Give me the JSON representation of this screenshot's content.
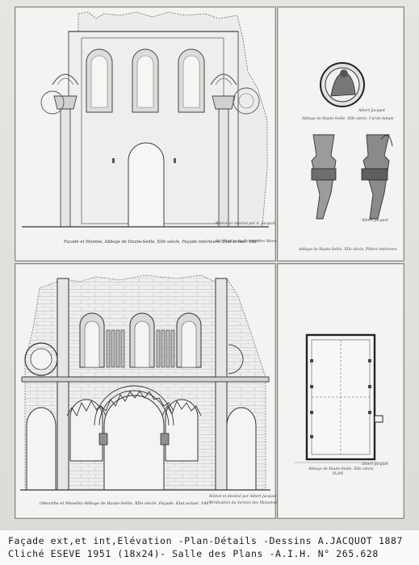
{
  "panels": {
    "facade_exterior": {
      "caption": "Facade et Montée, Abbaye de Haute-Seille, XIIe siècle, Façade Intérieure. Etat actuel. 1887",
      "side_note": "Relevé et dessiné par A. Jacquot",
      "side_note_2": "Vérification du Service des Monuments Historiques"
    },
    "details": {
      "seal_caption": "Abbaye de Haute-Seille. XIIe siècle. Cul-de-lampe",
      "seal_signature": "Albert Jacquot",
      "capitals_caption": "Abbaye de Haute-Seille. XIIe siècle. Piliers intérieurs",
      "capitals_signature": "Albert Jacquot"
    },
    "facade_interior": {
      "caption": "(Meurthe et Moselle) Abbaye de Haute-Seille. XIIe siècle. Façade. Etat actuel. 1887",
      "side_note": "Relevé et dessiné par Albert Jacquot",
      "side_note_2": "Vérification du Service des Monuments Historiques"
    },
    "plan": {
      "caption": "Abbaye de Haute-Seille. XIIe siècle.",
      "title": "PLAN",
      "signature": "Albert Jacquot"
    }
  },
  "footer": {
    "line1": "Façade ext,et int,Elévation -Plan-Détails -Dessins A.JACQUOT 1887",
    "line2": "Cliché ESEVE 1951 (18x24)- Salle des Plans -A.I.H. N° 265.628"
  }
}
